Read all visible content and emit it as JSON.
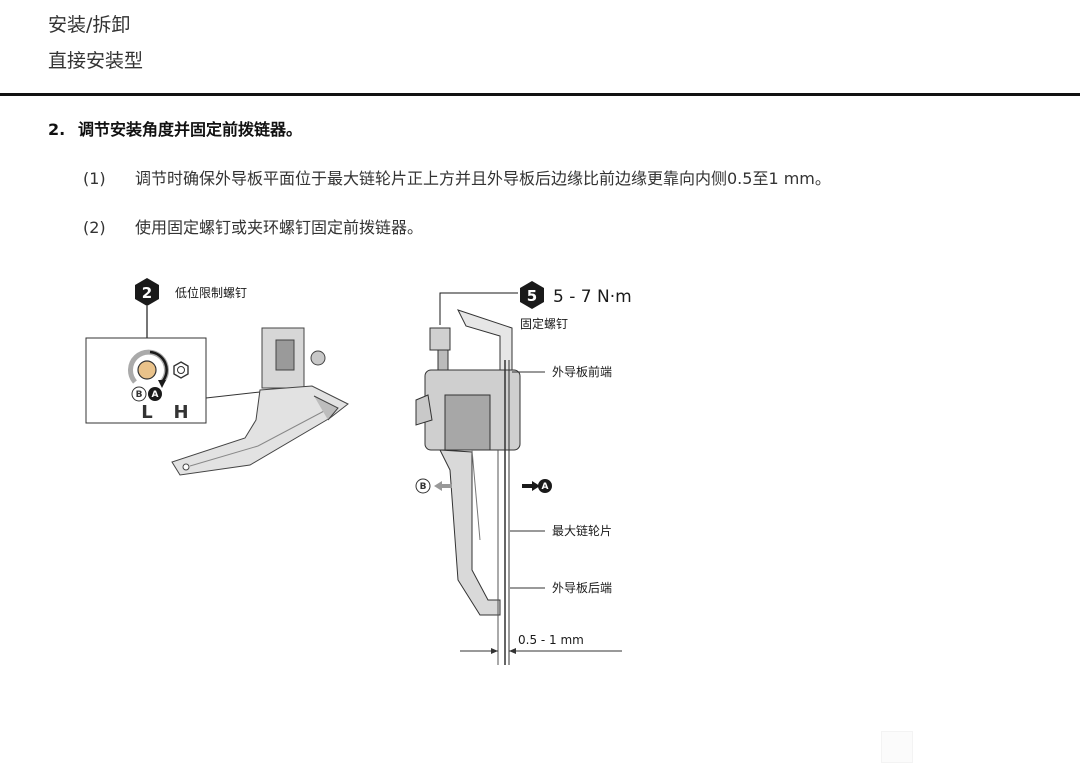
{
  "header": {
    "line1": "安装/拆卸",
    "line2": "直接安装型"
  },
  "step": {
    "number": "2.",
    "title": "调节安装角度并固定前拨链器。"
  },
  "substeps": [
    {
      "num": "(1)",
      "text": "调节时确保外导板平面位于最大链轮片正上方并且外导板后边缘比前边缘更靠向内侧0.5至1 mm。"
    },
    {
      "num": "(2)",
      "text": "使用固定螺钉或夹环螺钉固定前拨链器。"
    }
  ],
  "figure_left": {
    "badge": "2",
    "label": "低位限制螺钉",
    "marker_b": "B",
    "marker_a": "A",
    "low": "L",
    "high": "H"
  },
  "figure_right": {
    "badge": "5",
    "torque": "5 - 7 N·m",
    "screw_label": "固定螺钉",
    "front_label": "外导板前端",
    "chainring_label": "最大链轮片",
    "rear_label": "外导板后端",
    "gap_label": "0.5 - 1 mm",
    "marker_b": "B",
    "marker_a": "A"
  }
}
